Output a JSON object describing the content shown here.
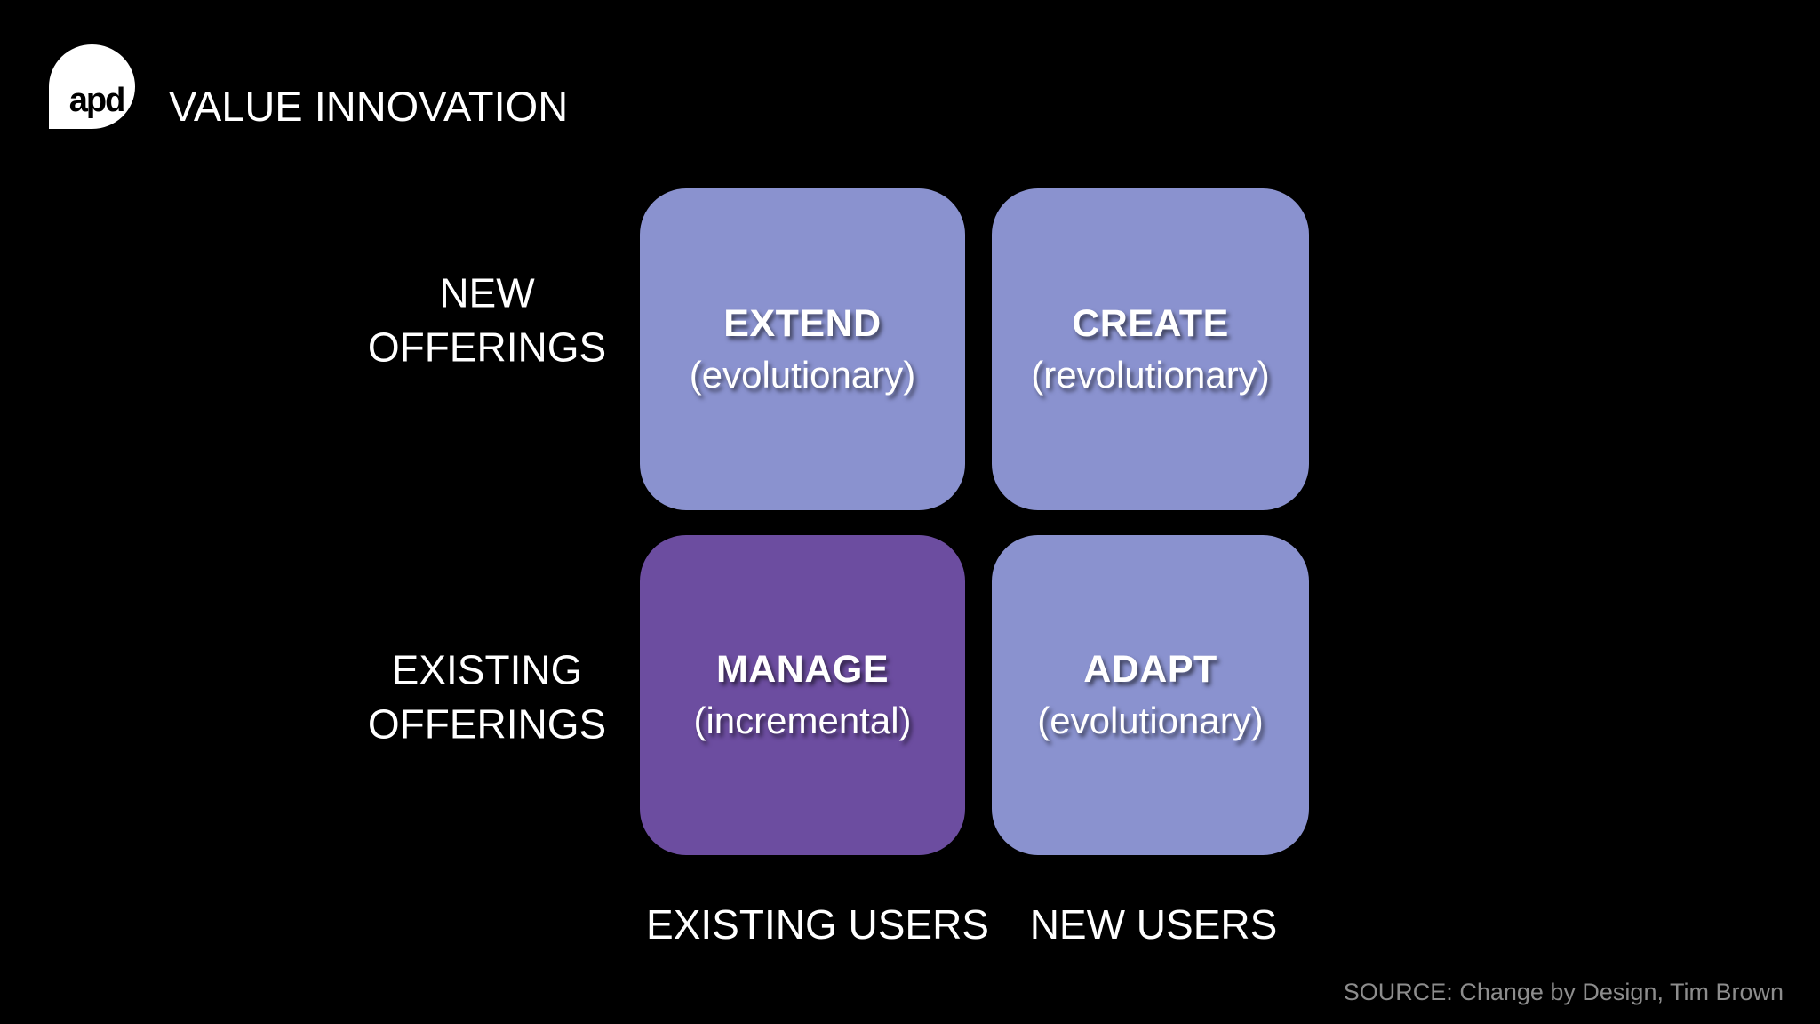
{
  "header": {
    "logo_text": "apd",
    "title": "VALUE INNOVATION"
  },
  "matrix": {
    "row_labels": [
      {
        "lines": [
          "NEW",
          "OFFERINGS"
        ]
      },
      {
        "lines": [
          "EXISTING",
          "OFFERINGS"
        ]
      }
    ],
    "col_labels": [
      "EXISTING USERS",
      "NEW USERS"
    ],
    "quadrants": [
      {
        "id": "extend",
        "name": "EXTEND",
        "qualifier": "(evolutionary)",
        "color": "#8a92cf"
      },
      {
        "id": "create",
        "name": "CREATE",
        "qualifier": "(revolutionary)",
        "color": "#8a92cf"
      },
      {
        "id": "manage",
        "name": "MANAGE",
        "qualifier": "(incremental)",
        "color": "#6c4da0"
      },
      {
        "id": "adapt",
        "name": "ADAPT",
        "qualifier": "(evolutionary)",
        "color": "#8a92cf"
      }
    ]
  },
  "source": "SOURCE: Change by Design, Tim Brown",
  "colors": {
    "background": "#000000",
    "quadrant_periwinkle": "#8a92cf",
    "quadrant_purple": "#6c4da0",
    "text_primary": "#ffffff",
    "text_source": "#8d8d8d",
    "logo_background": "#ffffff",
    "logo_text": "#000000"
  }
}
